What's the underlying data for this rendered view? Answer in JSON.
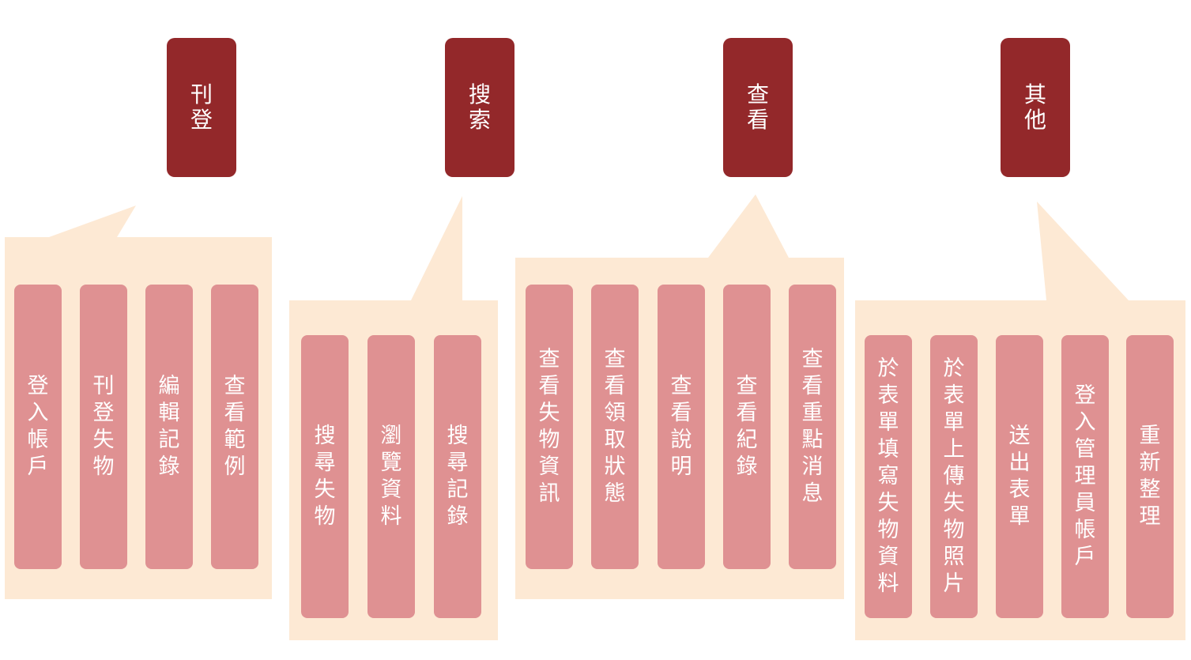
{
  "colors": {
    "header": "#93282a",
    "item": "#df9192",
    "callout": "#fde9d4",
    "text": "#ffffff"
  },
  "groups": [
    {
      "title": "刊登",
      "items": [
        "登入帳戶",
        "刊登失物",
        "編輯記錄",
        "查看範例"
      ]
    },
    {
      "title": "搜索",
      "items": [
        "搜尋失物",
        "瀏覽資料",
        "搜尋記錄"
      ]
    },
    {
      "title": "查看",
      "items": [
        "查看失物資訊",
        "查看領取狀態",
        "查看說明",
        "查看紀錄",
        "查看重點消息"
      ]
    },
    {
      "title": "其他",
      "items": [
        "於表單填寫失物資料",
        "於表單上傳失物照片",
        "送出表單",
        "登入管理員帳戶",
        "重新整理"
      ]
    }
  ]
}
